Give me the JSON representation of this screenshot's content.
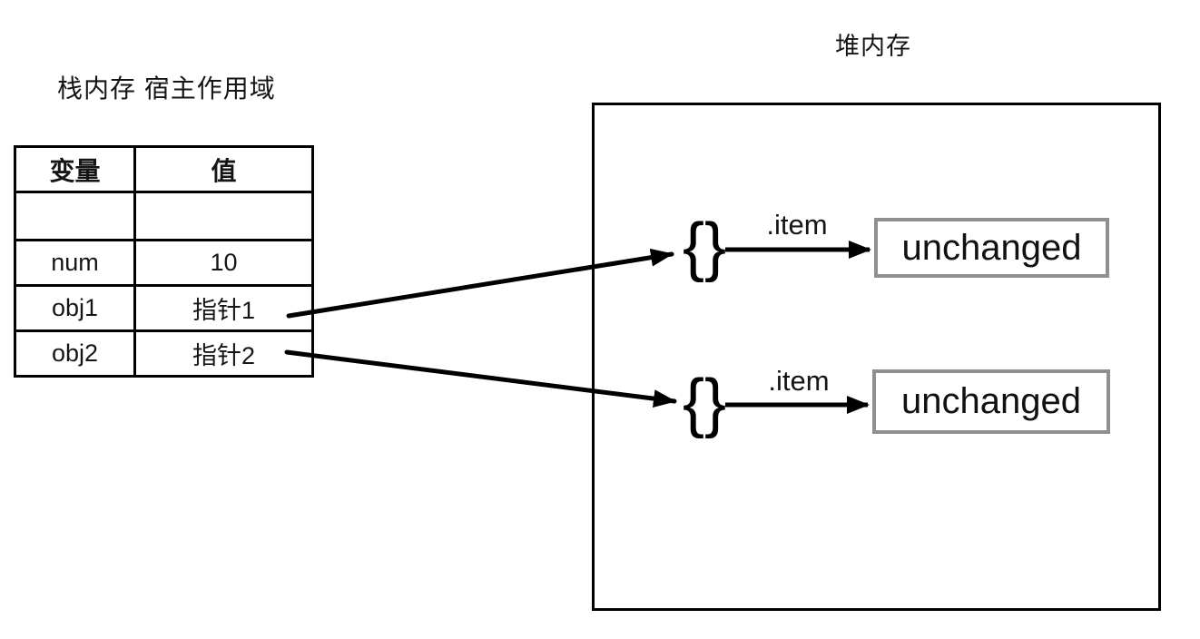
{
  "labels": {
    "stack_title": "栈内存 宿主作用域",
    "heap_title": "堆内存"
  },
  "stack_table": {
    "headers": [
      "变量",
      "值"
    ],
    "rows": [
      {
        "variable": "",
        "value": ""
      },
      {
        "variable": "num",
        "value": "10"
      },
      {
        "variable": "obj1",
        "value": "指针1"
      },
      {
        "variable": "obj2",
        "value": "指针2"
      }
    ]
  },
  "heap": {
    "objects": [
      {
        "glyph": "{}",
        "property_label": ".item",
        "value": "unchanged"
      },
      {
        "glyph": "{}",
        "property_label": ".item",
        "value": "unchanged"
      }
    ]
  },
  "pointers": [
    {
      "from": "指针1",
      "to": "heap-object-1"
    },
    {
      "from": "指针2",
      "to": "heap-object-2"
    },
    {
      "from": "heap-object-1",
      "label": ".item",
      "to": "unchanged"
    },
    {
      "from": "heap-object-2",
      "label": ".item",
      "to": "unchanged"
    }
  ],
  "colors": {
    "background": "#ffffff",
    "line": "#000000",
    "text": "#151515",
    "value_box_border": "#8f8f8f"
  }
}
